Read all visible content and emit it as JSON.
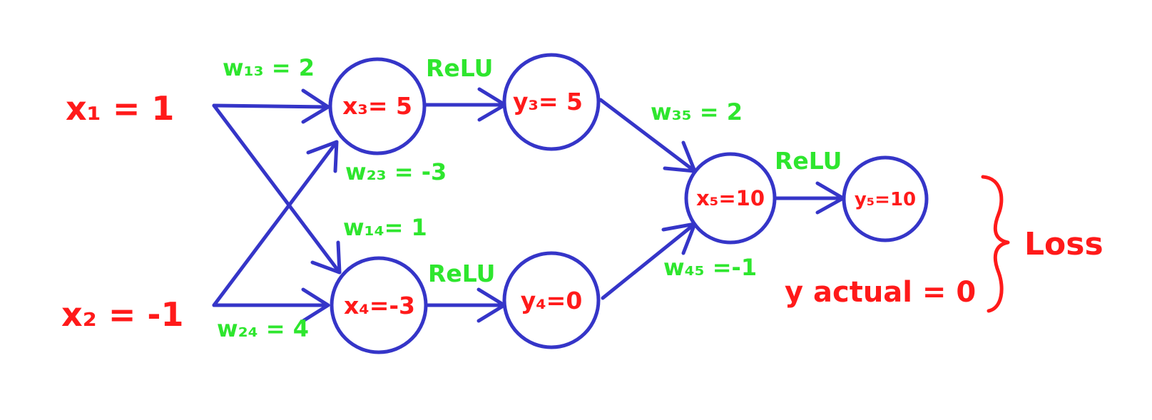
{
  "inputs": {
    "x1": "x₁ = 1",
    "x2": "x₂ = -1"
  },
  "nodes": {
    "x3": "x₃= 5",
    "y3": "y₃= 5",
    "x4": "x₄=-3",
    "y4": "y₄=0",
    "x5": "x₅=10",
    "y5": "y₅=10"
  },
  "weights": {
    "w13": "w₁₃ = 2",
    "w23": "w₂₃ = -3",
    "w14": "w₁₄= 1",
    "w24": "w₂₄ = 4",
    "w35": "w₃₅ = 2",
    "w45": "w₄₅ =-1"
  },
  "activations": {
    "relu_top": "ReLU",
    "relu_bottom": "ReLU",
    "relu_output": "ReLU"
  },
  "target": {
    "y_actual": "y actual = 0",
    "loss": "Loss"
  },
  "colors": {
    "edge": "#3535c8",
    "values": "#ff1a1a",
    "weights": "#2ee62e"
  }
}
